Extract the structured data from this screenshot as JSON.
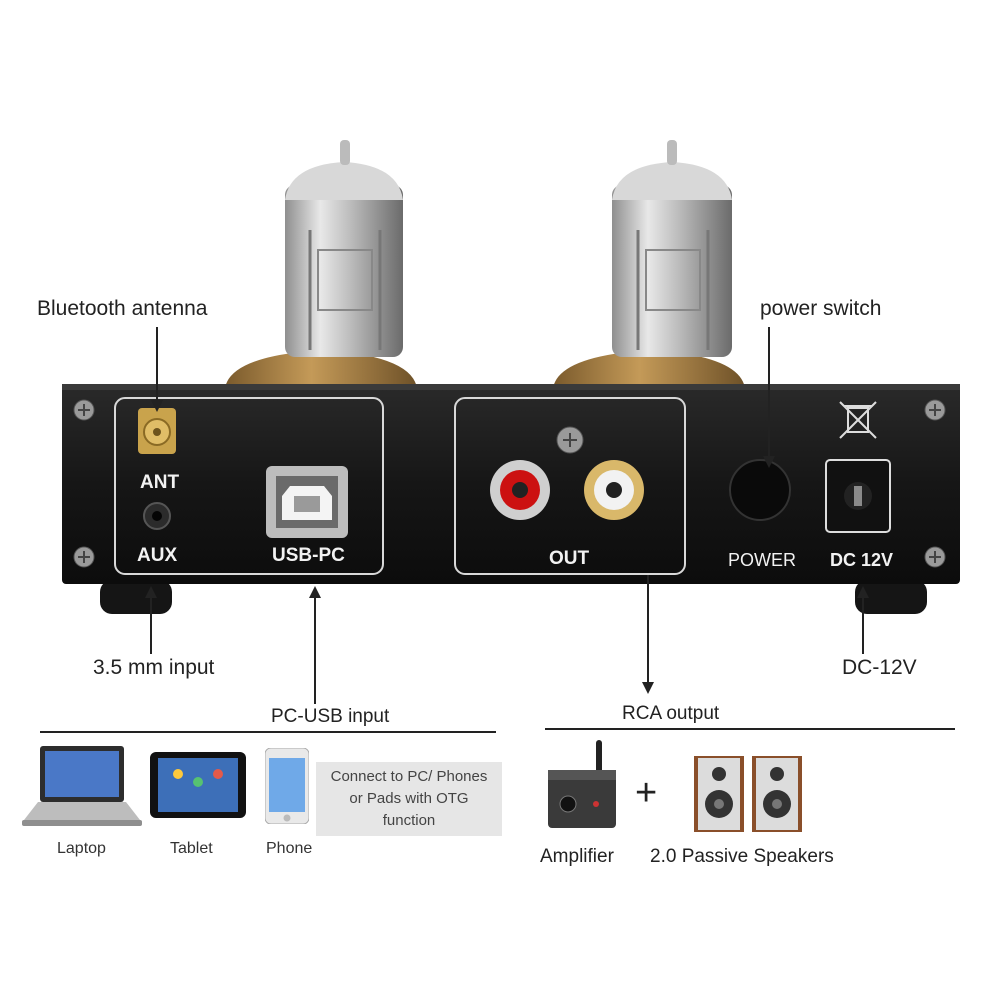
{
  "callouts": {
    "bluetooth_antenna": "Bluetooth antenna",
    "power_switch": "power switch",
    "mm_input": "3.5 mm input",
    "dc_12v": "DC-12V",
    "pc_usb_input": "PC-USB input",
    "rca_output": "RCA output"
  },
  "panel": {
    "ant": "ANT",
    "aux": "AUX",
    "usb_pc": "USB-PC",
    "out": "OUT",
    "power": "POWER",
    "dc": "DC 12V"
  },
  "devices": {
    "laptop": "Laptop",
    "tablet": "Tablet",
    "phone": "Phone",
    "connect_line1": "Connect to PC/ Phones",
    "connect_line2": "or Pads with OTG function"
  },
  "outputs": {
    "amplifier": "Amplifier",
    "plus": "+",
    "speakers": "2.0 Passive Speakers"
  },
  "colors": {
    "chassis": "#1a1a1a",
    "tube_base": "#b58a4a",
    "rca_red": "#cc1111",
    "rca_gold": "#d9b86a"
  }
}
